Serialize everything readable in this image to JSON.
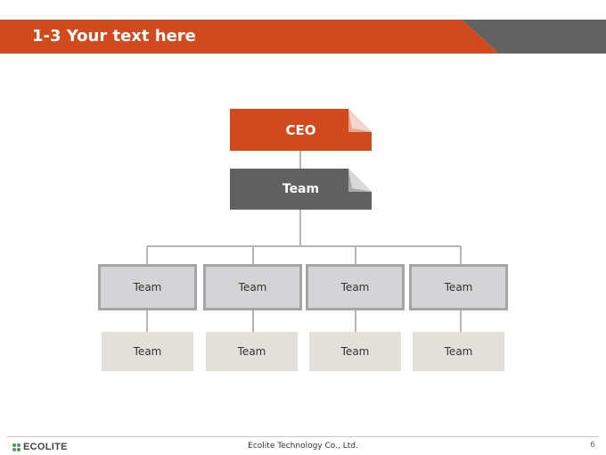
{
  "header": {
    "title": "1-3 Your text here",
    "accent_color": "#d04a1d",
    "secondary_color": "#626262"
  },
  "org_chart": {
    "ceo": "CEO",
    "top_team": "Team",
    "middle_row": [
      "Team",
      "Team",
      "Team",
      "Team"
    ],
    "bottom_row": [
      "Team",
      "Team",
      "Team",
      "Team"
    ]
  },
  "footer": {
    "logo_text": "ECOLITE",
    "company": "Ecolite Technology Co., Ltd.",
    "page_number": "6"
  }
}
